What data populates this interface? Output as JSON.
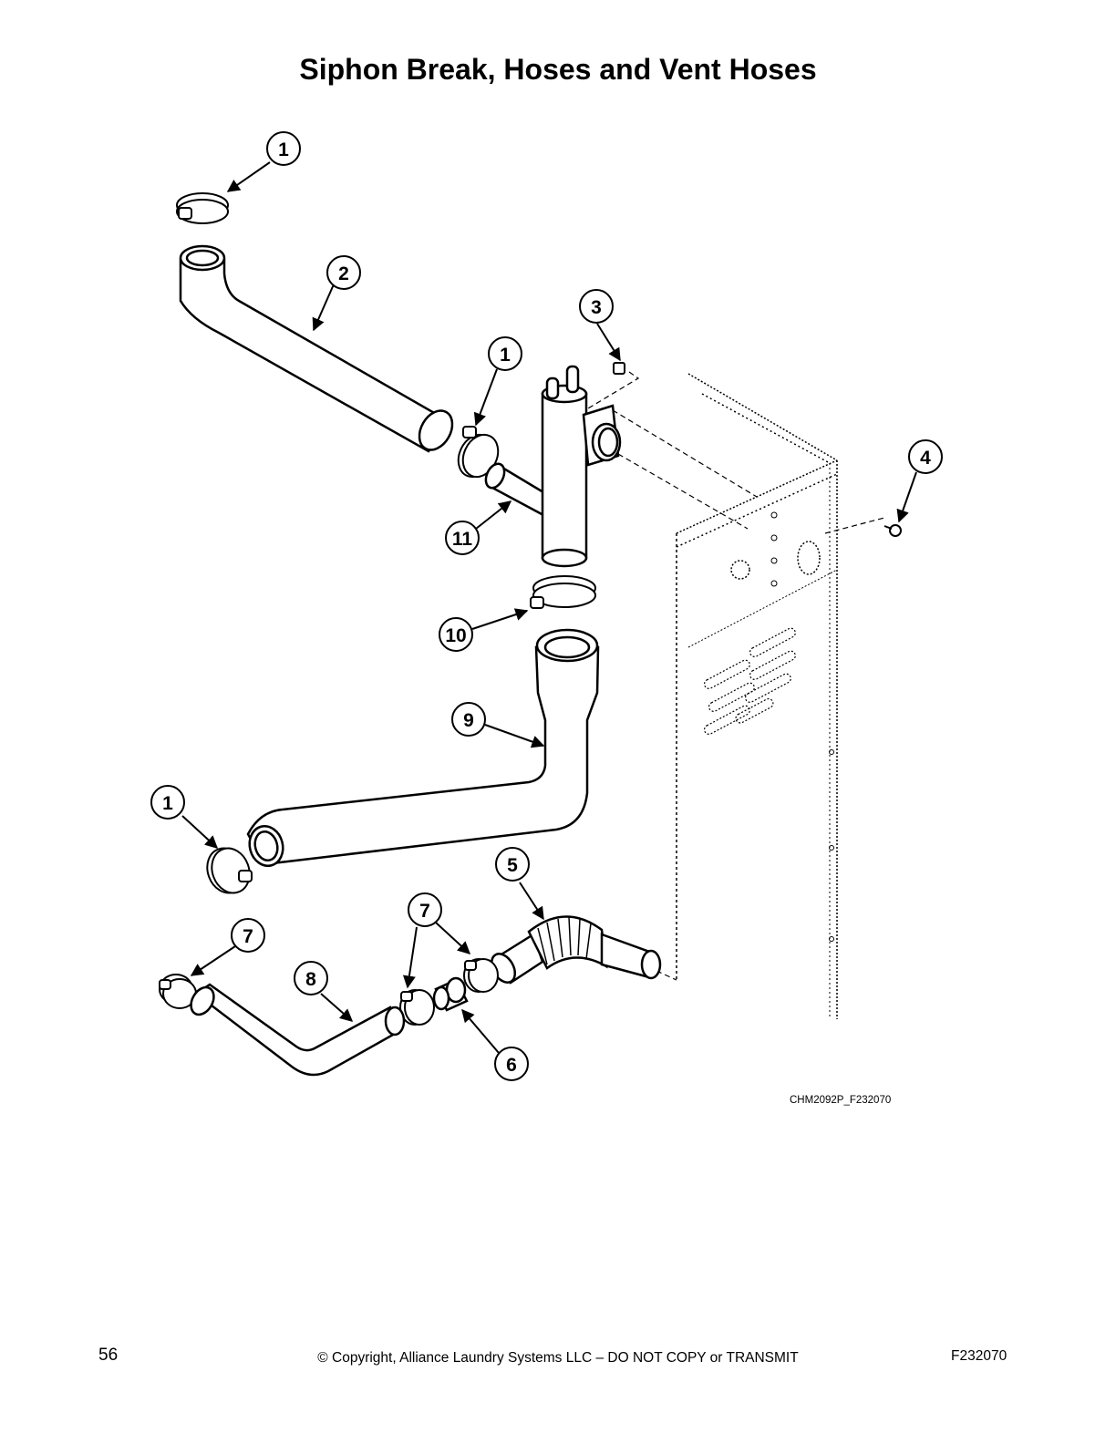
{
  "title": "Siphon Break, Hoses and Vent Hoses",
  "figure_id": "CHM2092P_F232070",
  "footer": {
    "page_number": "56",
    "copyright": "© Copyright, Alliance Laundry Systems LLC – DO NOT COPY or TRANSMIT",
    "document_id": "F232070"
  },
  "callouts": [
    "1",
    "2",
    "3",
    "1",
    "4",
    "11",
    "10",
    "9",
    "1",
    "5",
    "7",
    "7",
    "8",
    "6"
  ]
}
